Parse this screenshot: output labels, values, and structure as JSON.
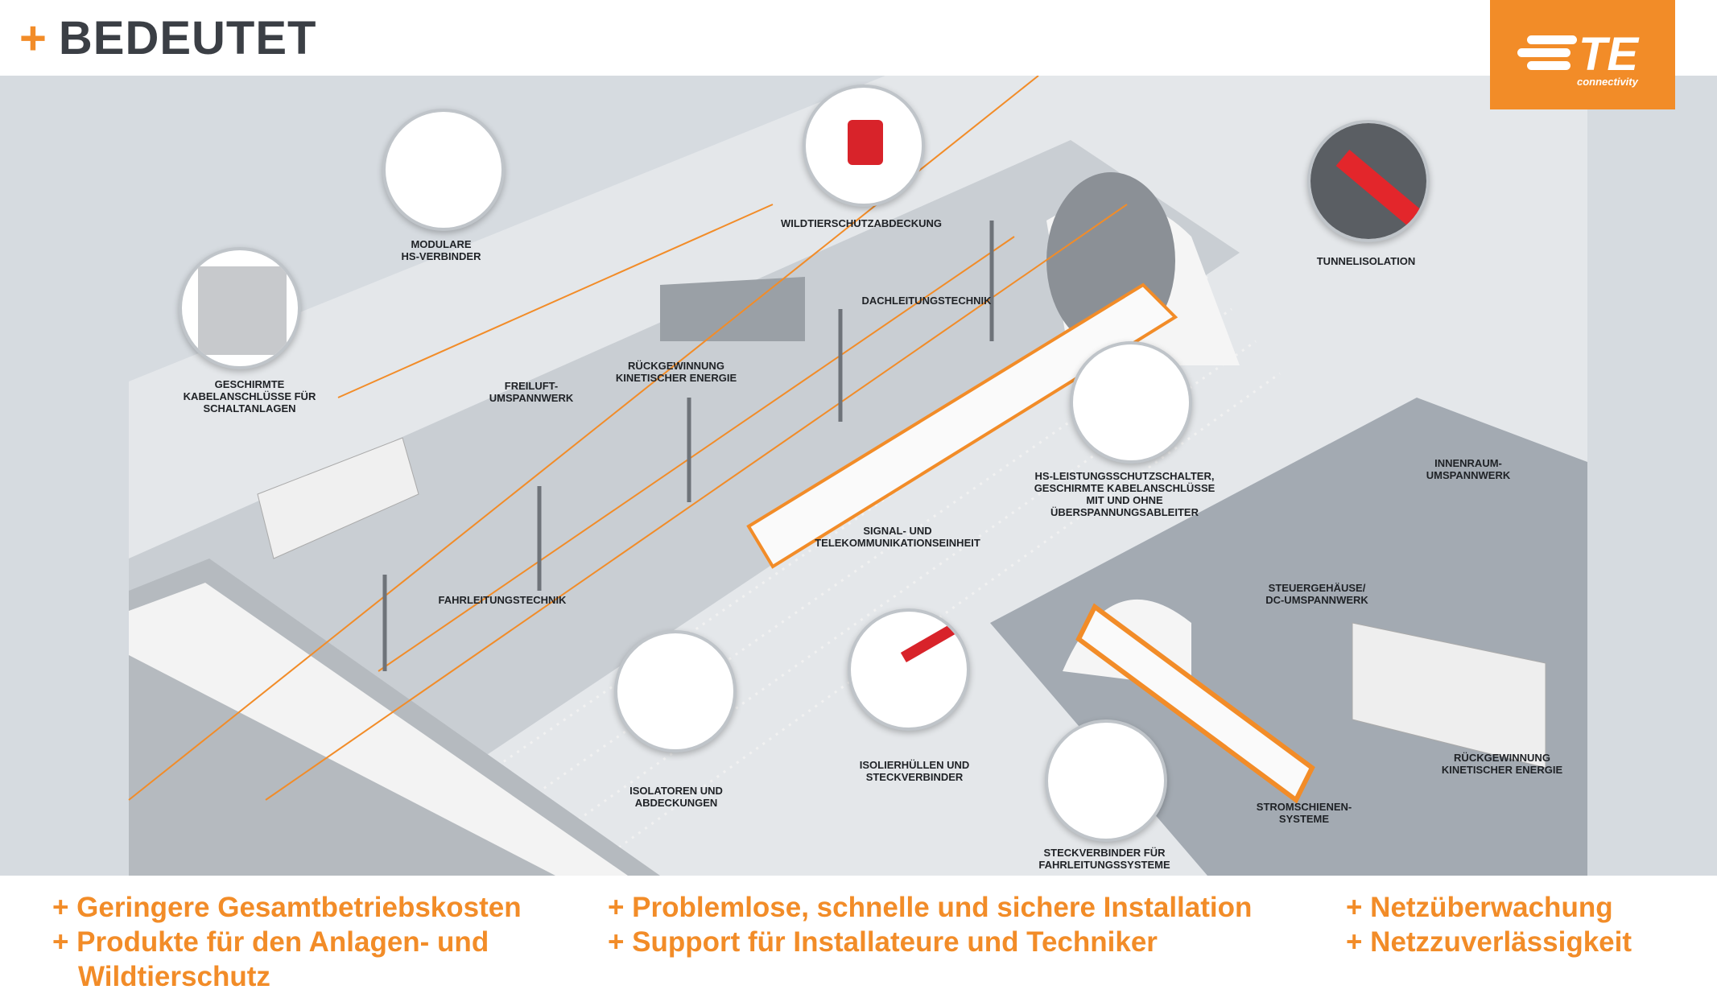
{
  "header": {
    "plus": "+",
    "title": "BEDEUTET"
  },
  "logo": {
    "brand": "TE",
    "sub": "connectivity"
  },
  "colors": {
    "accent": "#f28c28",
    "text": "#3b3f45",
    "background": "#d6dbe0"
  },
  "labels": [
    {
      "id": "modulare",
      "lines": [
        "MODULARE",
        "HS-VERBINDER"
      ]
    },
    {
      "id": "wildtier",
      "lines": [
        "WILDTIERSCHUTZABDECKUNG"
      ]
    },
    {
      "id": "tunnel",
      "lines": [
        "TUNNELISOLATION"
      ]
    },
    {
      "id": "geschirmte",
      "lines": [
        "GESCHIRMTE",
        "KABELANSCHLÜSSE FÜR",
        "SCHALTANLAGEN"
      ]
    },
    {
      "id": "dach",
      "lines": [
        "DACHLEITUNGSTECHNIK"
      ]
    },
    {
      "id": "rueck1",
      "lines": [
        "RÜCKGEWINNUNG",
        "KINETISCHER ENERGIE"
      ]
    },
    {
      "id": "freiluft",
      "lines": [
        "FREILUFT-",
        "UMSPANNWERK"
      ]
    },
    {
      "id": "hs",
      "lines": [
        "HS-LEISTUNGSSCHUTZSCHALTER,",
        "GESCHIRMTE KABELANSCHLÜSSE",
        "MIT UND OHNE",
        "ÜBERSPANNUNGSABLEITER"
      ]
    },
    {
      "id": "innen",
      "lines": [
        "INNENRAUM-",
        "UMSPANNWERK"
      ]
    },
    {
      "id": "signal",
      "lines": [
        "SIGNAL- UND",
        "TELEKOMMUNIKATIONSEINHEIT"
      ]
    },
    {
      "id": "steuer",
      "lines": [
        "STEUERGEHÄUSE/",
        "DC-UMSPANNWERK"
      ]
    },
    {
      "id": "fahr",
      "lines": [
        "FAHRLEITUNGSTECHNIK"
      ]
    },
    {
      "id": "isolier",
      "lines": [
        "ISOLIERHÜLLEN UND",
        "STECKVERBINDER"
      ]
    },
    {
      "id": "isolatoren",
      "lines": [
        "ISOLATOREN UND",
        "ABDECKUNGEN"
      ]
    },
    {
      "id": "rueck2",
      "lines": [
        "RÜCKGEWINNUNG",
        "KINETISCHER ENERGIE"
      ]
    },
    {
      "id": "strom",
      "lines": [
        "STROMSCHIENEN-",
        "SYSTEME"
      ]
    },
    {
      "id": "steck",
      "lines": [
        "STECKVERBINDER FÜR",
        "FAHRLEITUNGSSYSTEME"
      ]
    }
  ],
  "benefits": [
    "+ Geringere Gesamtbetriebskosten",
    "+ Produkte für den Anlagen- und",
    "Wildtierschutz",
    "+ Problemlose, schnelle und sichere Installation",
    "+ Support für Installateure und Techniker",
    "+ Netzüberwachung",
    "+ Netzzuverlässigkeit"
  ]
}
